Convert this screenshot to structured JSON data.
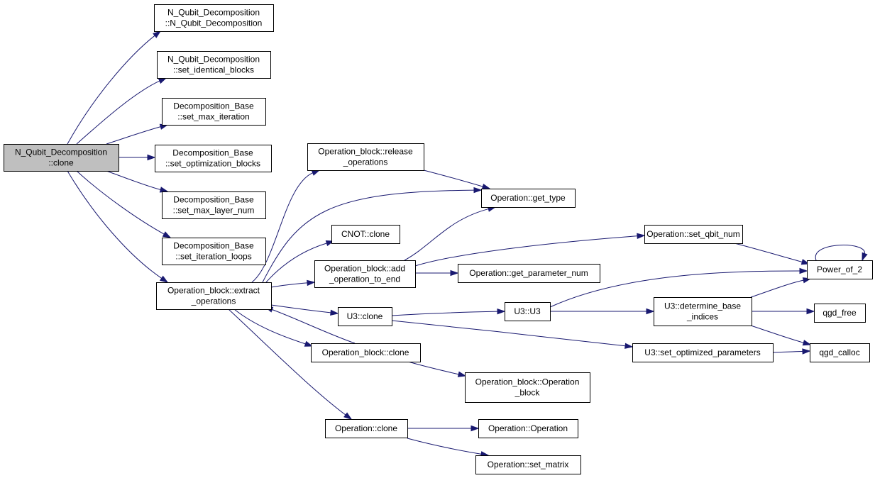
{
  "colors": {
    "edge": "#191970",
    "root_fill": "#bfbfbf",
    "node_fill": "#ffffff",
    "node_border": "#000000"
  },
  "nodes": {
    "n0": {
      "lines": [
        "N_Qubit_Decomposition",
        "::clone"
      ],
      "root": true
    },
    "n1": {
      "lines": [
        "N_Qubit_Decomposition",
        "::N_Qubit_Decomposition"
      ]
    },
    "n2": {
      "lines": [
        "N_Qubit_Decomposition",
        "::set_identical_blocks"
      ]
    },
    "n3": {
      "lines": [
        "Decomposition_Base",
        "::set_max_iteration"
      ]
    },
    "n4": {
      "lines": [
        "Decomposition_Base",
        "::set_optimization_blocks"
      ]
    },
    "n5": {
      "lines": [
        "Decomposition_Base",
        "::set_max_layer_num"
      ]
    },
    "n6": {
      "lines": [
        "Decomposition_Base",
        "::set_iteration_loops"
      ]
    },
    "n7": {
      "lines": [
        "Operation_block::extract",
        "_operations"
      ]
    },
    "n8": {
      "lines": [
        "Operation_block::release",
        "_operations"
      ]
    },
    "n9": {
      "lines": [
        "Operation::get_type"
      ]
    },
    "n10": {
      "lines": [
        "CNOT::clone"
      ]
    },
    "n11": {
      "lines": [
        "Operation_block::add",
        "_operation_to_end"
      ]
    },
    "n12": {
      "lines": [
        "Operation::set_qbit_num"
      ]
    },
    "n13": {
      "lines": [
        "Power_of_2"
      ]
    },
    "n14": {
      "lines": [
        "Operation::get_parameter_num"
      ]
    },
    "n15": {
      "lines": [
        "U3::clone"
      ]
    },
    "n16": {
      "lines": [
        "U3::U3"
      ]
    },
    "n17": {
      "lines": [
        "U3::determine_base",
        "_indices"
      ]
    },
    "n18": {
      "lines": [
        "qgd_free"
      ]
    },
    "n19": {
      "lines": [
        "Operation_block::clone"
      ]
    },
    "n20": {
      "lines": [
        "U3::set_optimized_parameters"
      ]
    },
    "n21": {
      "lines": [
        "qgd_calloc"
      ]
    },
    "n22": {
      "lines": [
        "Operation_block::Operation",
        "_block"
      ]
    },
    "n23": {
      "lines": [
        "Operation::clone"
      ]
    },
    "n24": {
      "lines": [
        "Operation::Operation"
      ]
    },
    "n25": {
      "lines": [
        "Operation::set_matrix"
      ]
    }
  },
  "edges": [
    [
      "n0",
      "n1"
    ],
    [
      "n0",
      "n2"
    ],
    [
      "n0",
      "n3"
    ],
    [
      "n0",
      "n4"
    ],
    [
      "n0",
      "n5"
    ],
    [
      "n0",
      "n6"
    ],
    [
      "n0",
      "n7"
    ],
    [
      "n7",
      "n8"
    ],
    [
      "n7",
      "n9"
    ],
    [
      "n7",
      "n10"
    ],
    [
      "n7",
      "n11"
    ],
    [
      "n7",
      "n15"
    ],
    [
      "n7",
      "n19"
    ],
    [
      "n7",
      "n23"
    ],
    [
      "n8",
      "n9"
    ],
    [
      "n11",
      "n9"
    ],
    [
      "n11",
      "n12"
    ],
    [
      "n11",
      "n14"
    ],
    [
      "n12",
      "n13"
    ],
    [
      "n13",
      "n13"
    ],
    [
      "n15",
      "n16"
    ],
    [
      "n15",
      "n20"
    ],
    [
      "n16",
      "n13"
    ],
    [
      "n16",
      "n17"
    ],
    [
      "n17",
      "n13"
    ],
    [
      "n17",
      "n18"
    ],
    [
      "n17",
      "n21"
    ],
    [
      "n20",
      "n21"
    ],
    [
      "n19",
      "n7"
    ],
    [
      "n19",
      "n22"
    ],
    [
      "n23",
      "n24"
    ],
    [
      "n23",
      "n25"
    ]
  ]
}
